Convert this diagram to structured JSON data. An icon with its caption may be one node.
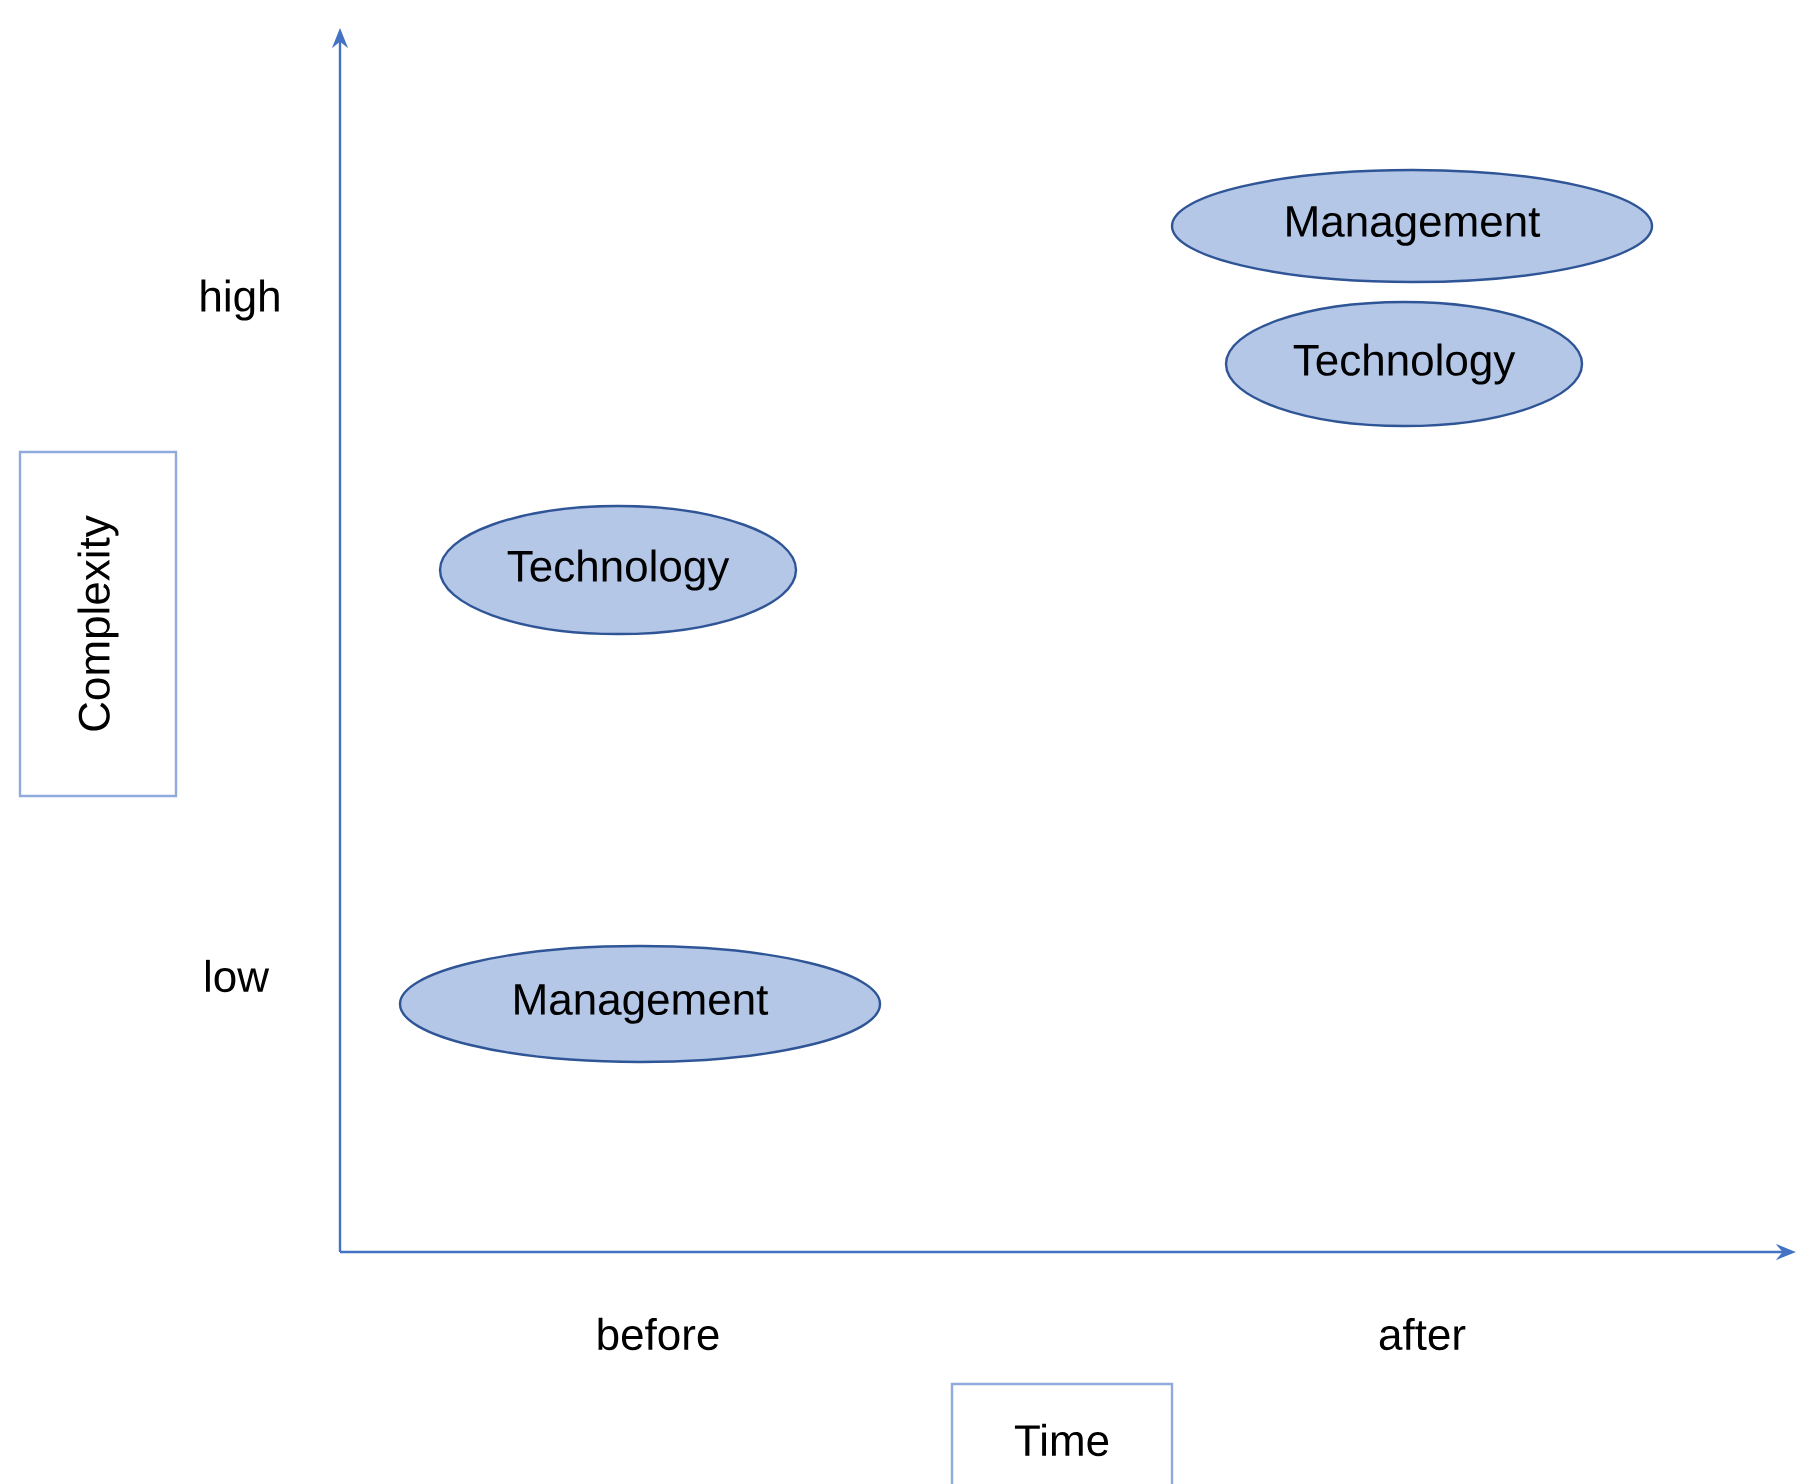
{
  "diagram": {
    "nodes": [
      {
        "text": [
          "Management"
        ]
      },
      {
        "text": [
          "Technology"
        ]
      },
      {
        "text": [
          "Technology"
        ]
      },
      {
        "text": [
          "Management"
        ]
      },
      {
        "text": [
          "Complexity"
        ]
      },
      {
        "text": [
          "Time"
        ]
      }
    ],
    "labels": [
      "high",
      "low",
      "before",
      "after"
    ]
  }
}
